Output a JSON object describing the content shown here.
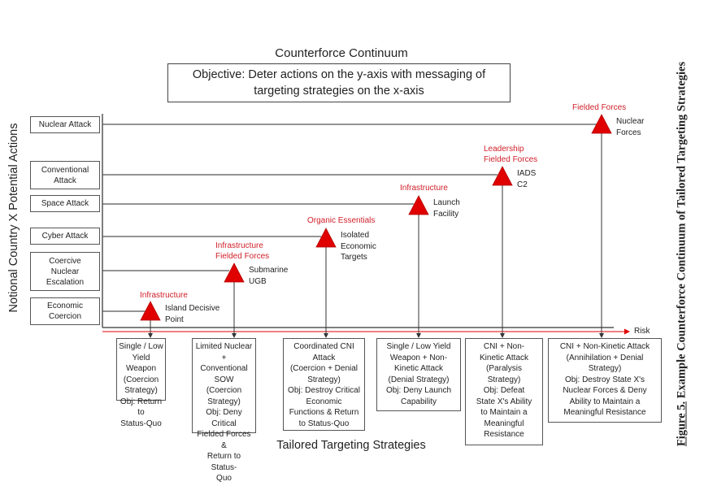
{
  "title": "Counterforce Continuum",
  "objective": [
    "Objective: Deter actions on the y-axis with messaging of",
    "targeting strategies on the x-axis"
  ],
  "y_axis_label": "Notional Country X Potential Actions",
  "x_axis_label": "Tailored Targeting Strategies",
  "risk_label": "Risk",
  "caption": {
    "figure": "Figure 5.",
    "text": " Example Counterforce Continuum of Tailored Targeting Strategies"
  },
  "colors": {
    "accent_red": "#e00000",
    "label_red": "#d0202a",
    "line": "#444444"
  },
  "actions": [
    {
      "label": [
        "Nuclear Attack"
      ]
    },
    {
      "label": [
        "Conventional",
        "Attack"
      ]
    },
    {
      "label": [
        "Space Attack"
      ]
    },
    {
      "label": [
        "Cyber Attack"
      ]
    },
    {
      "label": [
        "Coercive",
        "Nuclear",
        "Escalation"
      ]
    },
    {
      "label": [
        "Economic",
        "Coercion"
      ]
    }
  ],
  "targets": [
    {
      "category": [
        "Infrastructure"
      ],
      "target": [
        "Island Decisive",
        "Point"
      ],
      "icon": "triangle-marker"
    },
    {
      "category": [
        "Infrastructure",
        "Fielded Forces"
      ],
      "target": [
        "Submarine",
        "UGB"
      ],
      "icon": "triangle-marker"
    },
    {
      "category": [
        "Organic Essentials"
      ],
      "target": [
        "Isolated",
        "Economic",
        "Targets"
      ],
      "icon": "triangle-marker"
    },
    {
      "category": [
        "Infrastructure"
      ],
      "target": [
        "Launch",
        "Facility"
      ],
      "icon": "triangle-marker"
    },
    {
      "category": [
        "Leadership",
        "Fielded Forces"
      ],
      "target": [
        "IADS",
        "C2"
      ],
      "icon": "triangle-marker"
    },
    {
      "category": [
        "Fielded Forces"
      ],
      "target": [
        "Nuclear",
        "Forces"
      ],
      "icon": "triangle-marker"
    }
  ],
  "strategies": [
    [
      "Single / Low",
      "Yield Weapon",
      "(Coercion",
      "Strategy)",
      "Obj: Return to",
      "Status-Quo"
    ],
    [
      "Limited Nuclear +",
      "Conventional SOW",
      "(Coercion",
      "Strategy)",
      "Obj: Deny Critical",
      "Fielded Forces &",
      "Return to Status-",
      "Quo"
    ],
    [
      "Coordinated CNI",
      "Attack",
      "(Coercion + Denial",
      "Strategy)",
      "Obj: Destroy Critical",
      "Economic",
      "Functions & Return",
      "to Status-Quo"
    ],
    [
      "Single / Low Yield",
      "Weapon + Non-",
      "Kinetic Attack",
      "(Denial Strategy)",
      "Obj: Deny Launch",
      "Capability"
    ],
    [
      "CNI + Non-",
      "Kinetic Attack",
      "(Paralysis",
      "Strategy)",
      "Obj: Defeat",
      "State X's Ability",
      "to Maintain a",
      "Meaningful",
      "Resistance"
    ],
    [
      "CNI + Non-Kinetic Attack",
      "(Annihilation + Denial",
      "Strategy)",
      "Obj: Destroy State X's",
      "Nuclear Forces & Deny",
      "Ability to Maintain a",
      "Meaningful Resistance"
    ]
  ]
}
